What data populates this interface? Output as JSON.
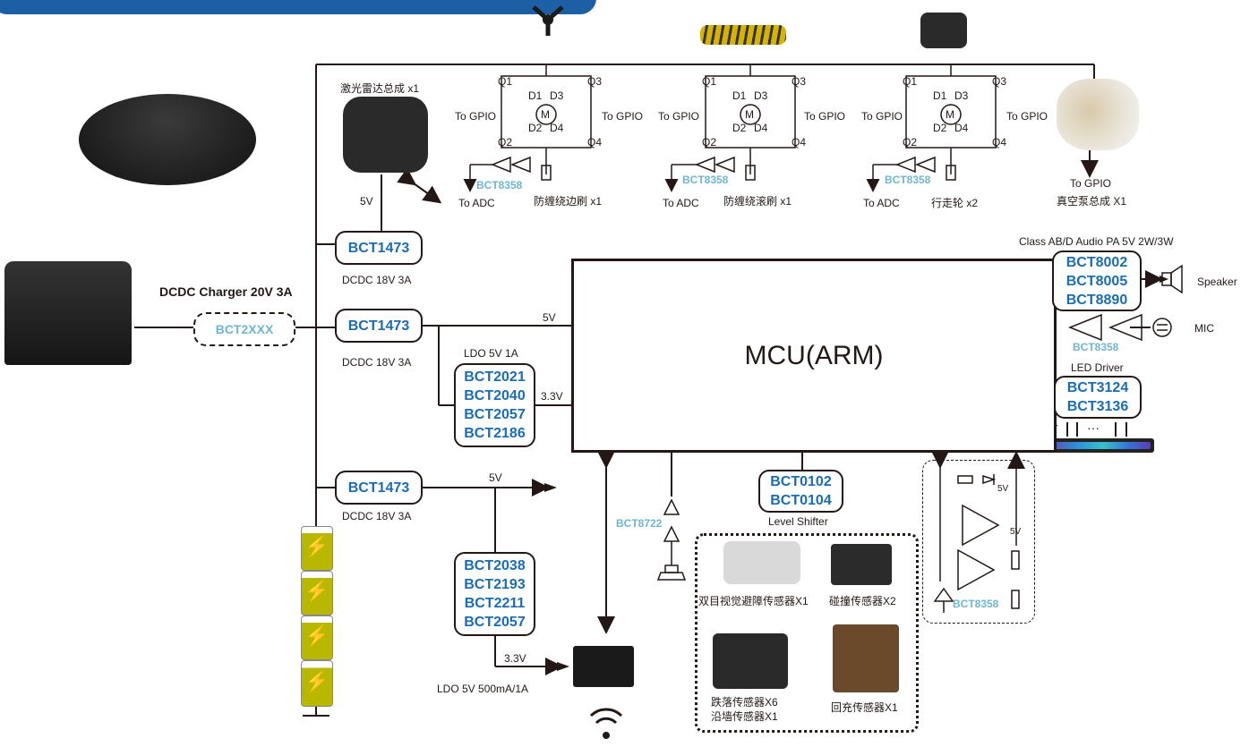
{
  "labels": {
    "lidar": "激光雷达总成 x1",
    "side_brush": "防缠绕边刷 x1",
    "roller_brush": "防缠绕滚刷 x1",
    "wheel": "行走轮 x2",
    "vacuum": "真空泵总成 X1",
    "to_gpio": "To GPIO",
    "to_adc": "To ADC",
    "v5": "5V",
    "v33": "3.3V",
    "charger": "DCDC Charger 20V 3A",
    "dcdc": "DCDC 18V 3A",
    "ldo_1a": "LDO 5V 1A",
    "ldo_500": "LDO 5V 500mA/1A",
    "audio": "Class  AB/D Audio PA 5V 2W/3W",
    "speaker": "Speaker",
    "mic": "MIC",
    "led_driver": "LED Driver",
    "level_shifter": "Level Shifter",
    "mcu": "MCU(ARM)",
    "dots": "···",
    "sensor1": "双目视觉避障传感器X1",
    "sensor2": "碰撞传感器X2",
    "sensor3a": "跌落传感器X6",
    "sensor3b": "沿墙传感器X1",
    "sensor4": "回充传感器X1",
    "q1": "Q1",
    "q2": "Q2",
    "q3": "Q3",
    "q4": "Q4",
    "d1": "D1",
    "d2": "D2",
    "d3": "D3",
    "d4": "D4",
    "m": "M"
  },
  "parts": {
    "bct8358": "BCT8358",
    "bct2xxx": "BCT2XXX",
    "bct1473": "BCT1473",
    "bct8722": "BCT8722",
    "ldo_1a": [
      "BCT2021",
      "BCT2040",
      "BCT2057",
      "BCT2186"
    ],
    "ldo_500": [
      "BCT2038",
      "BCT2193",
      "BCT2211",
      "BCT2057"
    ],
    "audio": [
      "BCT8002",
      "BCT8005",
      "BCT8890"
    ],
    "led": [
      "BCT3124",
      "BCT3136"
    ],
    "level": [
      "BCT0102",
      "BCT0104"
    ]
  },
  "colors": {
    "part_blue": "#1a6db3",
    "part_cyan": "#6fb6cf",
    "line": "#231815",
    "header": "#1d5fa5"
  }
}
